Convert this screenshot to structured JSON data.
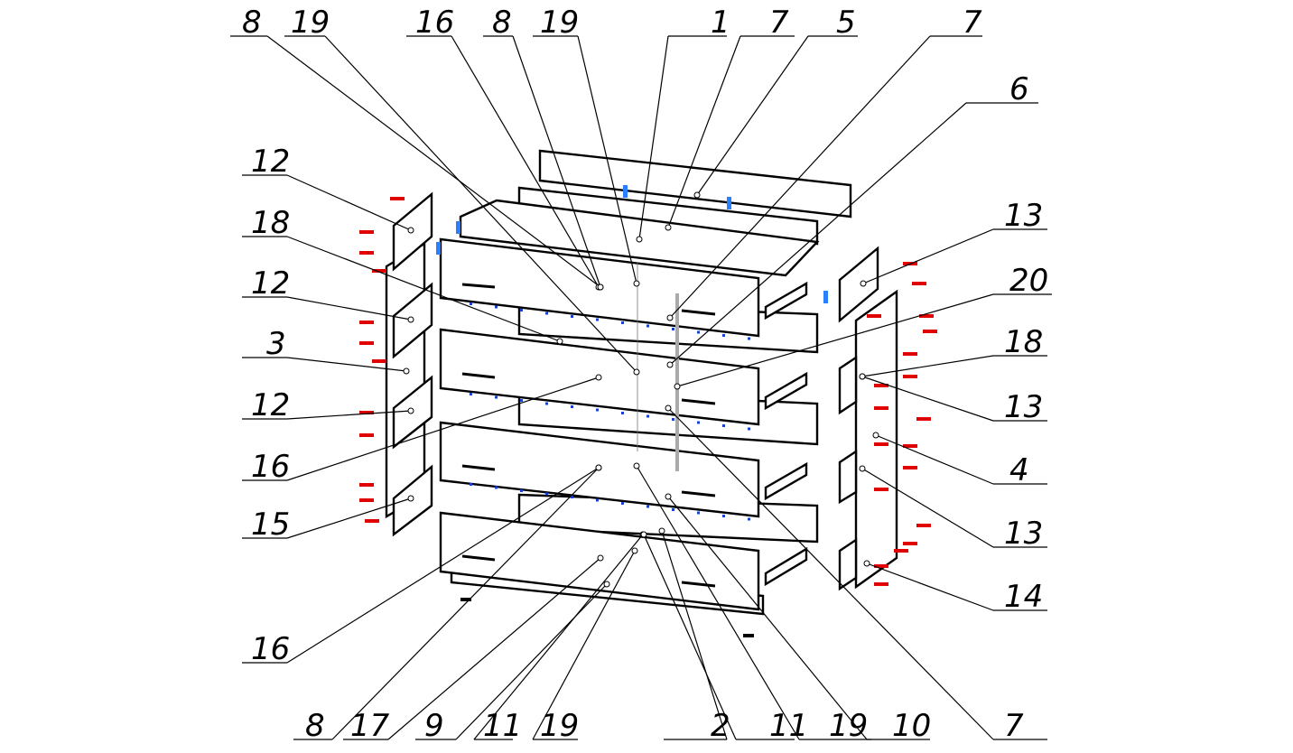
{
  "title": "Exploded assembly diagram of chest of drawers",
  "callouts": [
    "8",
    "19",
    "16",
    "8",
    "19",
    "1",
    "7",
    "5",
    "7",
    "6",
    "12",
    "18",
    "12",
    "3",
    "12",
    "16",
    "15",
    "16",
    "13",
    "20",
    "18",
    "13",
    "4",
    "13",
    "14",
    "7",
    "8",
    "17",
    "9",
    "11",
    "19",
    "2",
    "11",
    "19",
    "10"
  ],
  "colors": {
    "fastener_red": "#e00000",
    "dowel_blue": "#1a3fd6",
    "bracket_blue": "#2a7fff",
    "line": "#000000"
  }
}
